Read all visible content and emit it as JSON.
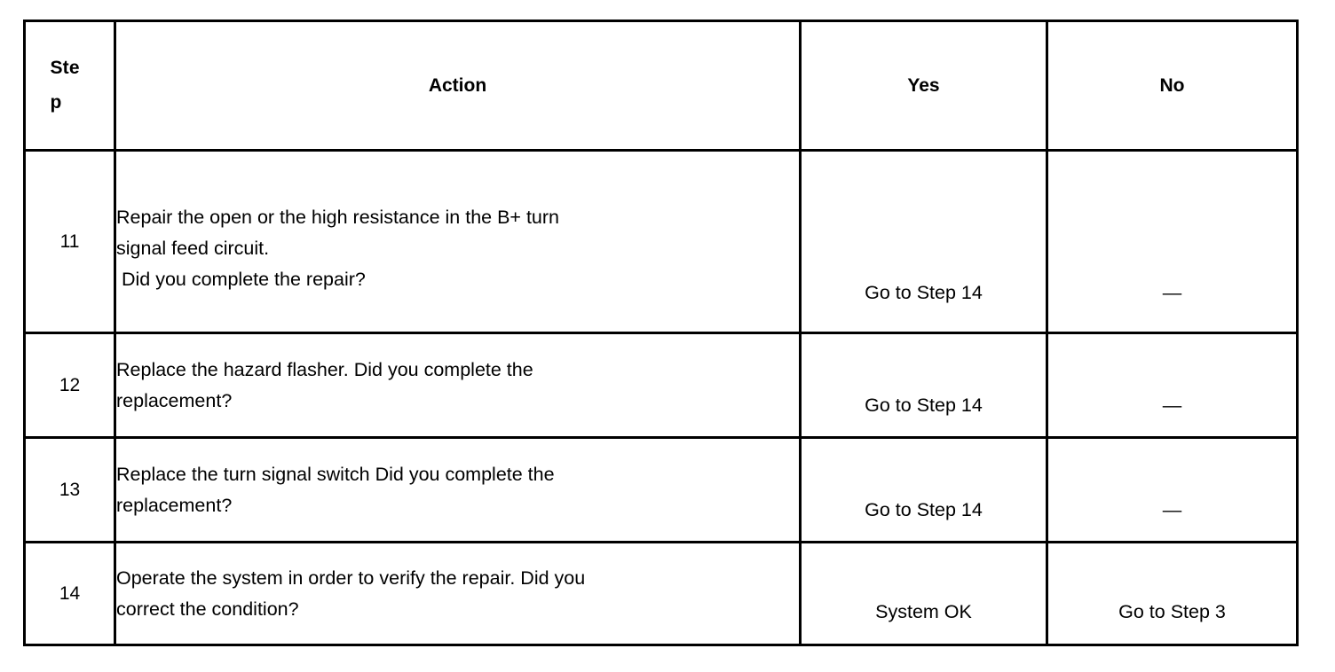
{
  "document": {
    "type": "diagnostic-procedure-table",
    "columns": [
      {
        "key": "step",
        "label": "Step",
        "label_line1": "St",
        "label_line2": "ep"
      },
      {
        "key": "action",
        "label": "Action"
      },
      {
        "key": "yes",
        "label": "Yes"
      },
      {
        "key": "no",
        "label": "No"
      }
    ],
    "rows": [
      {
        "step": "11",
        "action_lines": [
          "Repair the open or the high resistance in the B+ turn",
          "signal feed circuit.",
          " Did you complete the repair?"
        ],
        "yes": "Go to Step 14",
        "no": "—"
      },
      {
        "step": "12",
        "action_lines": [
          "Replace the hazard flasher. Did you complete the",
          "replacement?"
        ],
        "yes": "Go to Step 14",
        "no": "—"
      },
      {
        "step": "13",
        "action_lines": [
          "Replace the turn signal switch Did you complete the",
          "replacement?"
        ],
        "yes": "Go to Step 14",
        "no": "—"
      },
      {
        "step": "14",
        "action_lines": [
          "Operate the system in order to verify the repair. Did you",
          "correct the condition?"
        ],
        "yes": "System OK",
        "no": "Go to Step 3"
      }
    ]
  },
  "colors": {
    "page_background": "#ffffff",
    "table_border": "#000000",
    "text": "#000000"
  }
}
